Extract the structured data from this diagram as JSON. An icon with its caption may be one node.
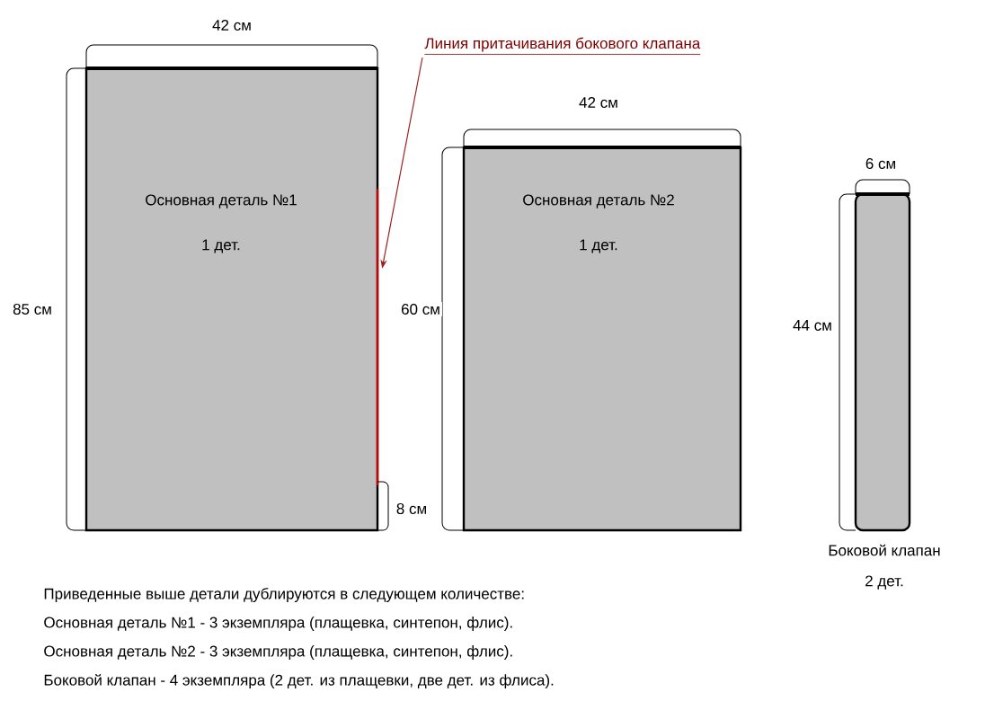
{
  "diagram": {
    "nodes": [
      {
        "text": [
          "Основная деталь №1",
          "1 дет."
        ]
      },
      {
        "text": [
          "Основная деталь №2",
          "1 дет."
        ]
      },
      {
        "text": [],
        "shape": "box",
        "beside": [
          "Боковой клапан",
          "2 дет."
        ]
      },
      {
        "text": [
          "Линия притачивания бокового клапана"
        ]
      }
    ],
    "edges": [
      {
        "from": 3,
        "to": 0,
        "arrow": "to",
        "color": "#9b2020"
      }
    ],
    "labels": [
      "42 см",
      "85 см",
      "8 см",
      "42 см",
      "60 см",
      "6 см",
      "44 см",
      "Приведенные выше детали дублируются в следующем количестве:",
      "Основная деталь №1 - 3 экземпляра (плащевка, синтепон, флис).",
      "Основная деталь №2 - 3 экземпляра (плащевка, синтепон, флис).",
      "Боковой клапан - 4 экземпляра (2 дет. из плащевки, две дет. из флиса)."
    ]
  }
}
